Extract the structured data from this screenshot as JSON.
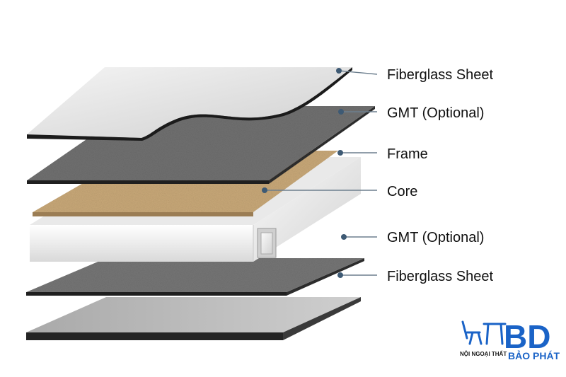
{
  "layers": [
    {
      "label": "Fiberglass Sheet",
      "color": "#e7e7e7"
    },
    {
      "label": "GMT (Optional)",
      "color": "#6f6f6f"
    },
    {
      "label": "Frame",
      "color": "#f2f2f2"
    },
    {
      "label": "Core",
      "color": "#c9a979"
    },
    {
      "label": "GMT (Optional)",
      "color": "#6f6f6f"
    },
    {
      "label": "Fiberglass Sheet",
      "color": "#b9b9b9"
    }
  ],
  "logo": {
    "monogram": "BD",
    "subtitle": "NỘI NGOẠI THẤT",
    "name": "BẢO PHÁT",
    "brand_color": "#1a63c7",
    "accent_color": "#e0242b"
  }
}
